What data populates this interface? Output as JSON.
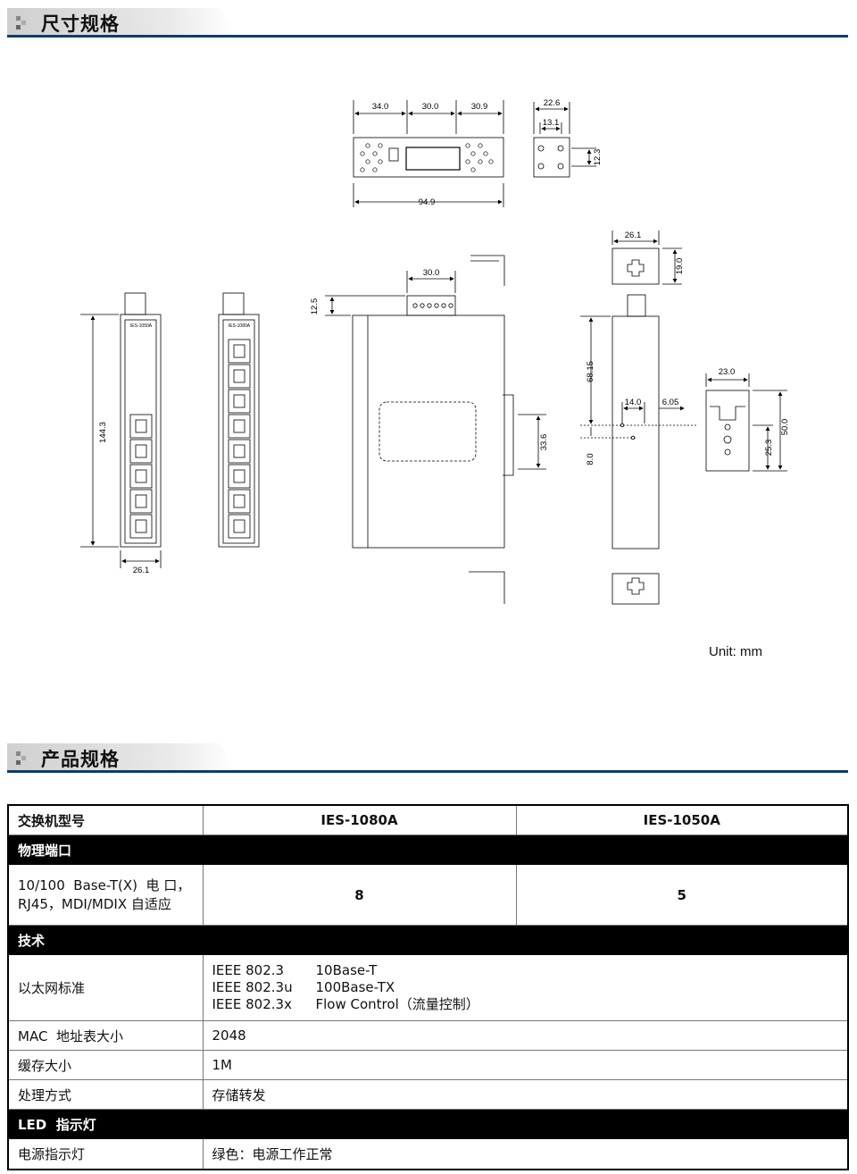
{
  "sections": {
    "dimensions_title": "尺寸规格",
    "product_title": "产品规格"
  },
  "drawing": {
    "unit_label": "Unit: mm",
    "top_view": {
      "w1": "34.0",
      "w2": "30.0",
      "w3": "30.9",
      "total": "94.9"
    },
    "side_clip": {
      "w": "22.6",
      "inner": "13.1",
      "h": "12.3"
    },
    "front_5port": {
      "model": "IES-1050A",
      "height": "144.3",
      "width": "26.1"
    },
    "front_8port": {
      "model": "IES-1080A"
    },
    "side_view": {
      "top": "30.0",
      "offset": "12.5",
      "rail": "33.6"
    },
    "right_view": {
      "plate_w": "26.1",
      "plate_h": "19.0",
      "h1": "68.15",
      "d1": "14.0",
      "d2": "6.05",
      "d3": "8.0"
    },
    "din_clip": {
      "w": "23.0",
      "h": "50.0",
      "h2": "25.3"
    }
  },
  "table": {
    "header": {
      "label": "交换机型号",
      "col1": "IES-1080A",
      "col2": "IES-1050A"
    },
    "group_physical": "物理端口",
    "ports": {
      "label_line1": "10/100  Base-T(X)  电 口，",
      "label_line2": "RJ45，MDI/MDIX  自适应",
      "col1": "8",
      "col2": "5"
    },
    "group_tech": "技术",
    "ethernet": {
      "label": "以太网标准",
      "lines": [
        {
          "std": "IEEE 802.3",
          "desc": "10Base-T"
        },
        {
          "std": "IEEE 802.3u",
          "desc": "100Base-TX"
        },
        {
          "std": "IEEE 802.3x",
          "desc": "Flow Control（流量控制）"
        }
      ]
    },
    "mac": {
      "label": "MAC  地址表大小",
      "value": "2048"
    },
    "buffer": {
      "label": "缓存大小",
      "value": "1M"
    },
    "processing": {
      "label": "处理方式",
      "value": "存储转发"
    },
    "group_led": "LED  指示灯",
    "power_led": {
      "label": "电源指示灯",
      "value": "绿色：电源工作正常"
    }
  }
}
